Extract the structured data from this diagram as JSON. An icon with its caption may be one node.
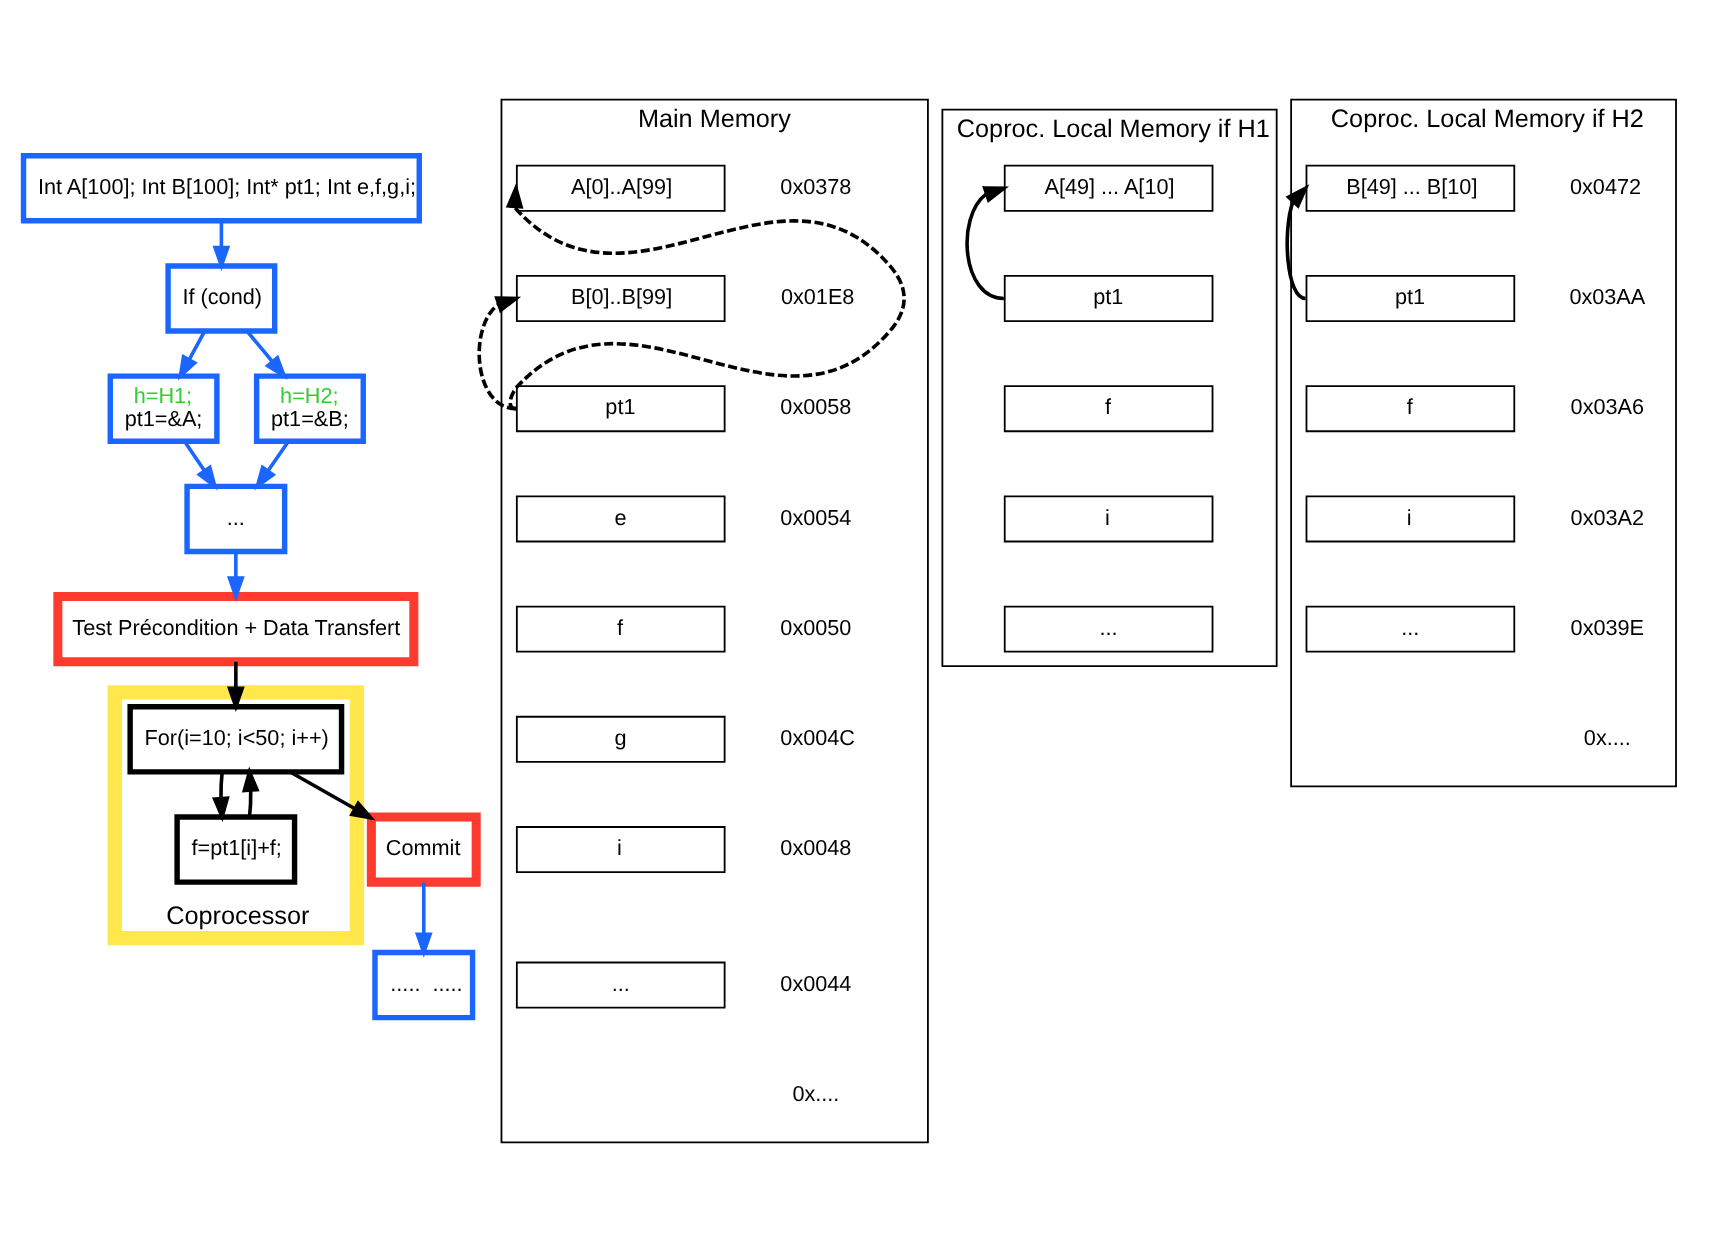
{
  "diagram": {
    "nodes": [
      {
        "text": [
          "Int A[100]; Int B[100]; Int* pt1; Int e,f,g,i;"
        ]
      },
      {
        "text": [
          "If (cond)"
        ]
      },
      {
        "text": [
          "h=H1;",
          "pt1=&A;"
        ]
      },
      {
        "text": [
          "h=H2;",
          "pt1=&B;"
        ]
      },
      {
        "text": [
          "..."
        ]
      },
      {
        "text": [
          "Test Précondition + Data Transfert"
        ]
      },
      {
        "text": [
          "Commit"
        ]
      },
      {
        "text": [
          ".....  ....."
        ]
      },
      {
        "text": [
          "Coprocessor"
        ]
      },
      {
        "text": [
          "For(i=10; i<50; i++)"
        ],
        "in": 8
      },
      {
        "text": [
          "f=pt1[i]+f;"
        ],
        "in": 8
      },
      {
        "text": [
          "Main Memory"
        ]
      },
      {
        "text": [
          "A[0]..A[99]"
        ],
        "in": 11
      },
      {
        "text": [
          "B[0]..B[99]"
        ],
        "in": 11
      },
      {
        "text": [
          "pt1"
        ],
        "in": 11
      },
      {
        "text": [
          "e"
        ],
        "in": 11
      },
      {
        "text": [
          "f"
        ],
        "in": 11
      },
      {
        "text": [
          "g"
        ],
        "in": 11
      },
      {
        "text": [
          "i"
        ],
        "in": 11
      },
      {
        "text": [
          "..."
        ],
        "in": 11
      },
      {
        "text": [
          "Coproc. Local Memory if H1"
        ]
      },
      {
        "text": [
          "A[49] ... A[10]"
        ],
        "in": 20
      },
      {
        "text": [
          "pt1"
        ],
        "in": 20
      },
      {
        "text": [
          "f"
        ],
        "in": 20
      },
      {
        "text": [
          "i"
        ],
        "in": 20
      },
      {
        "text": [
          "..."
        ],
        "in": 20
      },
      {
        "text": [
          "Coproc. Local Memory if H2"
        ]
      },
      {
        "text": [
          "B[49] ... B[10]"
        ],
        "in": 26
      },
      {
        "text": [
          "pt1"
        ],
        "in": 26
      },
      {
        "text": [
          "f"
        ],
        "in": 26
      },
      {
        "text": [
          "i"
        ],
        "in": 26
      },
      {
        "text": [
          "..."
        ],
        "in": 26
      }
    ],
    "edges": [
      {
        "from": 0,
        "to": 1,
        "arrow": "to",
        "color": "#1a66ff"
      },
      {
        "from": 1,
        "to": 2,
        "arrow": "to",
        "color": "#1a66ff"
      },
      {
        "from": 1,
        "to": 3,
        "arrow": "to",
        "color": "#1a66ff"
      },
      {
        "from": 2,
        "to": 4,
        "arrow": "to",
        "color": "#1a66ff"
      },
      {
        "from": 3,
        "to": 4,
        "arrow": "to",
        "color": "#1a66ff"
      },
      {
        "from": 4,
        "to": 5,
        "arrow": "to",
        "color": "#1a66ff"
      },
      {
        "from": 5,
        "to": 9,
        "arrow": "to"
      },
      {
        "from": 9,
        "to": 6,
        "arrow": "to"
      },
      {
        "from": 6,
        "to": 7,
        "arrow": "to",
        "color": "#1a66ff"
      },
      {
        "from": 9,
        "to": 10,
        "arrow": "to"
      },
      {
        "from": 10,
        "to": 9,
        "arrow": "to"
      },
      {
        "from": 14,
        "to": 12,
        "arrow": "to",
        "style": "dashed"
      },
      {
        "from": 14,
        "to": 13,
        "arrow": "to",
        "style": "dashed"
      },
      {
        "from": 22,
        "to": 21,
        "arrow": "to"
      },
      {
        "from": 28,
        "to": 27,
        "arrow": "to"
      }
    ],
    "labels": [
      "0x0378",
      "0x01E8",
      "0x0058",
      "0x0054",
      "0x0050",
      "0x004C",
      "0x0048",
      "0x0044",
      "0x....",
      "0x0472",
      "0x03AA",
      "0x03A6",
      "0x03A2",
      "0x039E",
      "0x...."
    ]
  }
}
